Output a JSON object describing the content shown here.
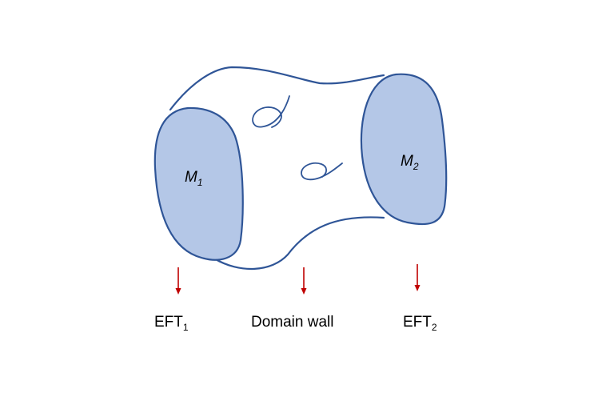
{
  "manifold": {
    "left_boundary": {
      "symbol": "M",
      "subscript": "1"
    },
    "right_boundary": {
      "symbol": "M",
      "subscript": "2"
    }
  },
  "labels": {
    "left": {
      "text": "EFT",
      "subscript": "1"
    },
    "middle": {
      "text": "Domain wall"
    },
    "right": {
      "text": "EFT",
      "subscript": "2"
    }
  },
  "colors": {
    "outline": "#2f5597",
    "boundary_fill": "#b4c7e7",
    "arrow": "#c00000"
  }
}
